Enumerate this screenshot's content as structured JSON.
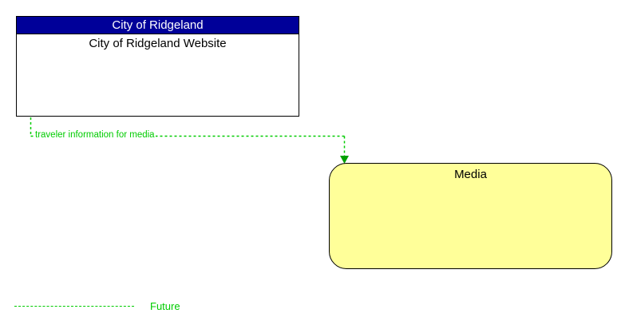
{
  "diagram": {
    "type": "interface-diagram",
    "element_box": {
      "header": "City of Ridgeland",
      "title": "City of Ridgeland Website",
      "header_color": "#000099",
      "header_text_color": "#ffffff",
      "fill_color": "#ffffff",
      "border_color": "#000000"
    },
    "terminator_box": {
      "label": "Media",
      "fill_color": "#ffff99",
      "border_color": "#000000"
    },
    "flows": [
      {
        "label": "traveler information for media",
        "from": "City of Ridgeland Website",
        "to": "Media",
        "style": "dashed",
        "color": "#00cc00",
        "status": "Future",
        "arrow": "down"
      }
    ],
    "legend": {
      "items": [
        {
          "label": "Future",
          "style": "dashed",
          "color": "#00cc00"
        }
      ]
    }
  }
}
